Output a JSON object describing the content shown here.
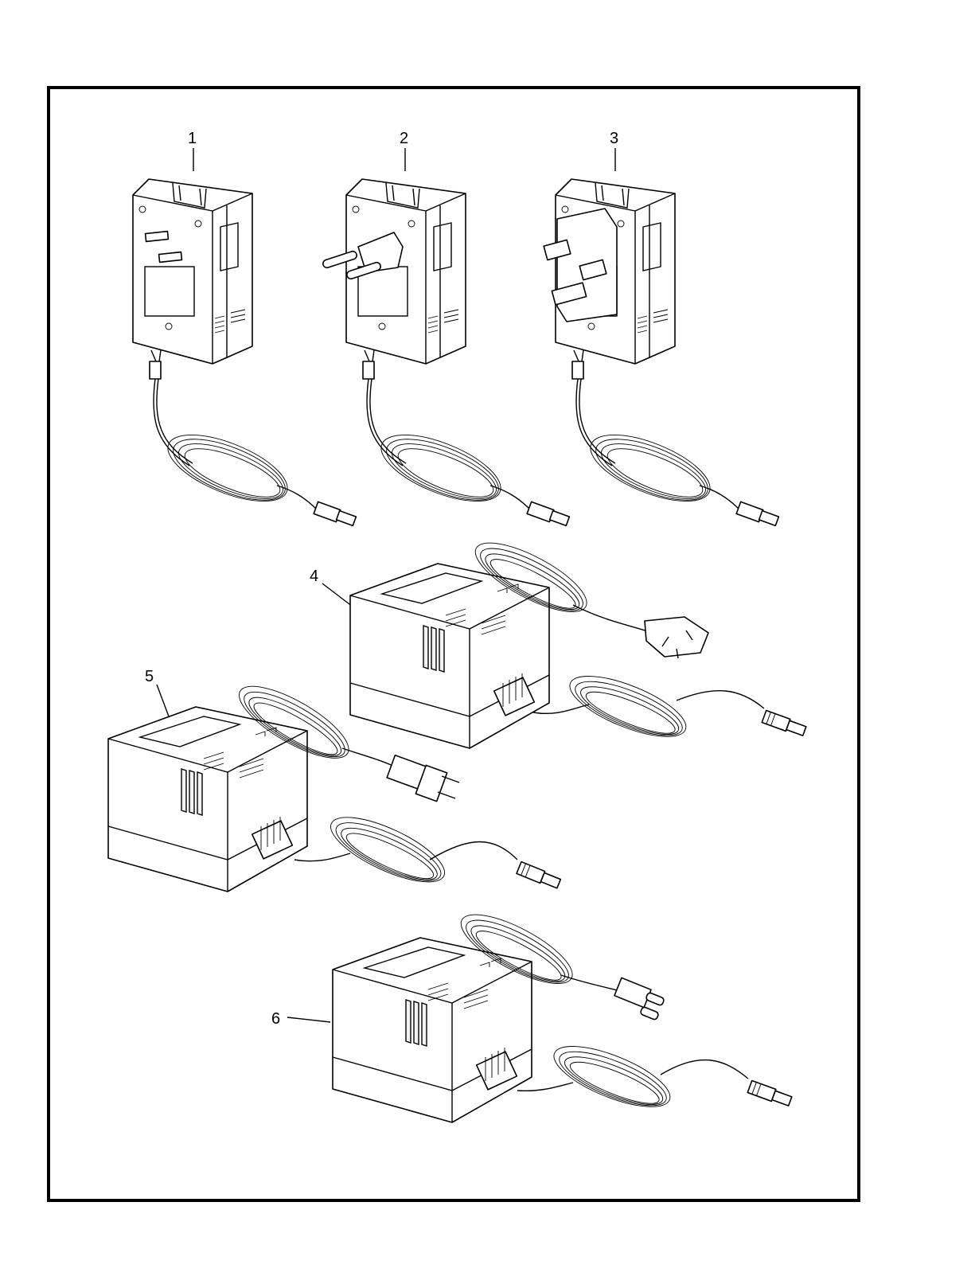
{
  "figure": {
    "callouts": [
      "1",
      "2",
      "3",
      "4",
      "5",
      "6"
    ]
  },
  "items": [
    {
      "number": "1",
      "icon": "wall-adapter-us-plug-icon"
    },
    {
      "number": "2",
      "icon": "wall-adapter-eu-plug-icon"
    },
    {
      "number": "3",
      "icon": "wall-adapter-uk-plug-icon"
    },
    {
      "number": "4",
      "icon": "desktop-adapter-au-plug-icon"
    },
    {
      "number": "5",
      "icon": "desktop-adapter-us-plug-icon"
    },
    {
      "number": "6",
      "icon": "desktop-adapter-eu-plug-icon"
    }
  ]
}
